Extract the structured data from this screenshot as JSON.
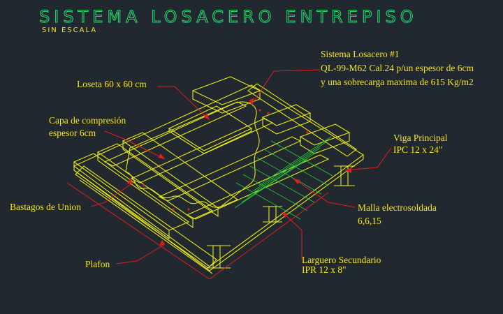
{
  "title": "SISTEMA LOSACERO ENTREPISO",
  "subtitle": "SIN ESCALA",
  "colors": {
    "background": "#212830",
    "title": "#22d36a",
    "labels": "#f5e61e",
    "leaders": "#e01e1e",
    "linework": "#e8e81a",
    "mesh": "#1fcf3a"
  },
  "callouts": {
    "losacero": [
      "Sistema Losacero #1",
      "QL-99-M62 Cal.24 p/un espesor de 6cm",
      "y una sobrecarga maxima de 615 Kg/m2"
    ],
    "loseta": [
      "Loseta 60 x 60 cm"
    ],
    "capa": [
      "Capa de compresión",
      "espesor 6cm"
    ],
    "viga": [
      "Viga Principal",
      "IPC 12 x 24\""
    ],
    "bastagos": [
      "Bastagos de Union"
    ],
    "malla": [
      "Malla electrosoldada",
      "6,6,15"
    ],
    "larguero": [
      "Larguero Secundario",
      "IPR 12 x 8\""
    ],
    "plafon": [
      "Plafon"
    ]
  }
}
